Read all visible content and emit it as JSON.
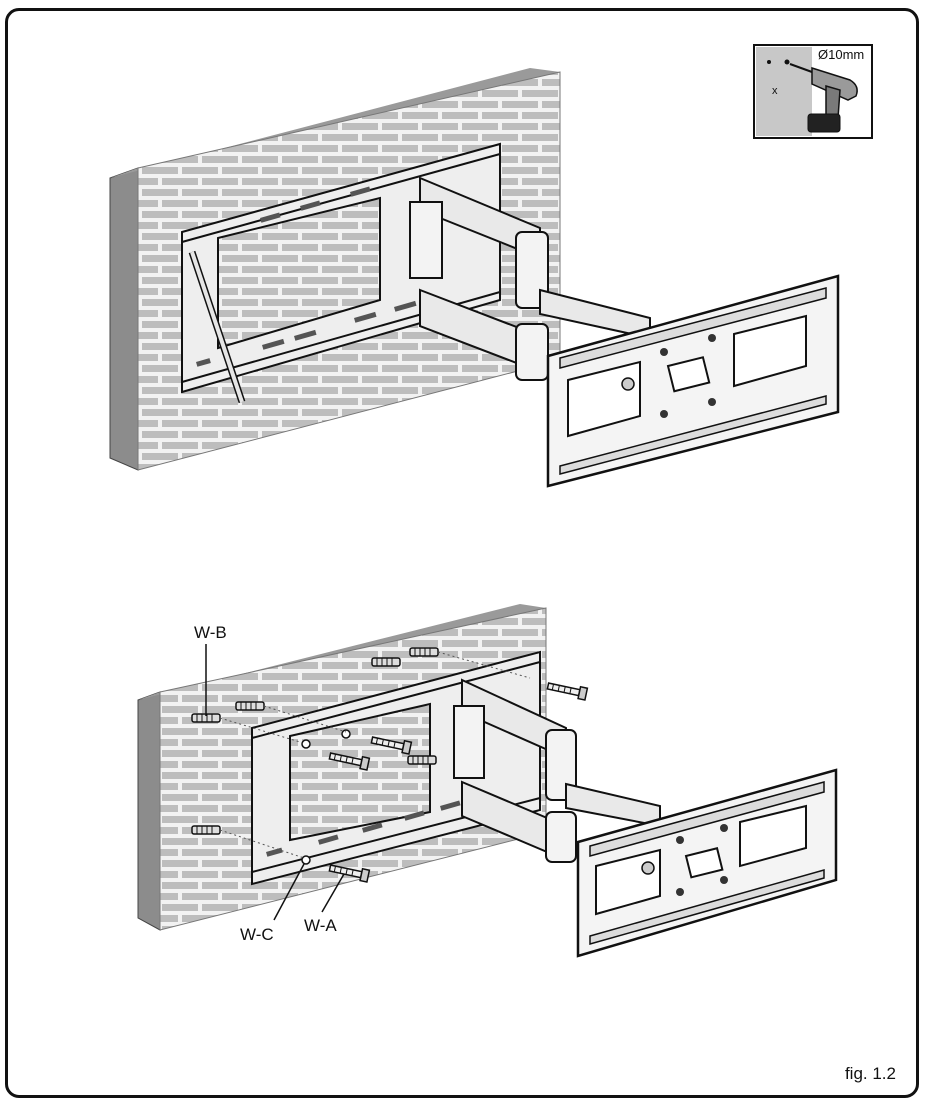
{
  "inset": {
    "drill_label": "Ø10mm"
  },
  "labels": {
    "w_b": "W-B",
    "w_c": "W-C",
    "w_a": "W-A"
  },
  "figure": {
    "caption": "fig. 1.2"
  },
  "colors": {
    "wall": "#c9c9c9",
    "wall_dark": "#8c8c8c",
    "mortar": "#f2f2f2",
    "metal": "#e6e6e6",
    "outline": "#1a1a1a"
  }
}
